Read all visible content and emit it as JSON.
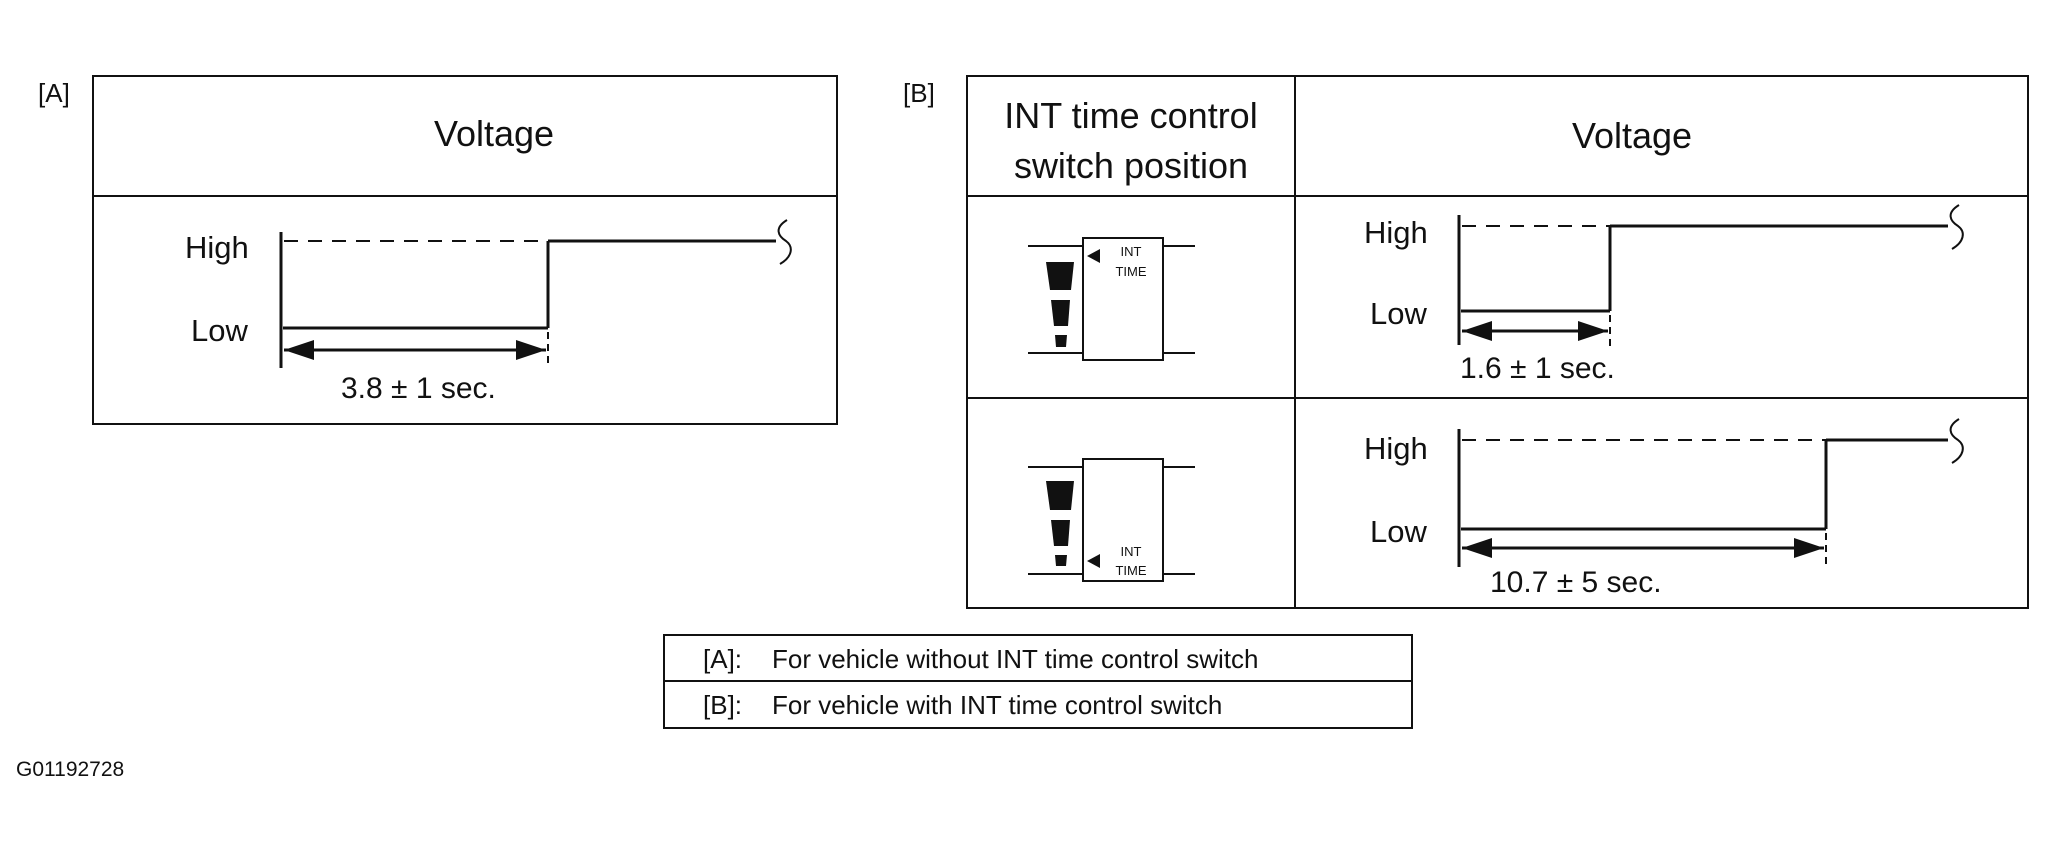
{
  "panel_a": {
    "tag": "[A]",
    "header": "Voltage",
    "high_label": "High",
    "low_label": "Low",
    "duration": "3.8 ± 1 sec."
  },
  "panel_b": {
    "tag": "[B]",
    "position_header_line1": "INT time control",
    "position_header_line2": "switch position",
    "voltage_header": "Voltage",
    "rows": [
      {
        "switch_label_line1": "INT",
        "switch_label_line2": "TIME",
        "high_label": "High",
        "low_label": "Low",
        "duration": "1.6 ± 1 sec."
      },
      {
        "switch_label_line1": "INT",
        "switch_label_line2": "TIME",
        "high_label": "High",
        "low_label": "Low",
        "duration": "10.7 ± 5 sec."
      }
    ]
  },
  "legend": [
    {
      "key": "[A]:",
      "text": "For vehicle without INT time control switch"
    },
    {
      "key": "[B]:",
      "text": "For vehicle with INT time control switch"
    }
  ],
  "figure_code": "G01192728",
  "colors": {
    "ink": "#111111",
    "background": "#ffffff"
  }
}
